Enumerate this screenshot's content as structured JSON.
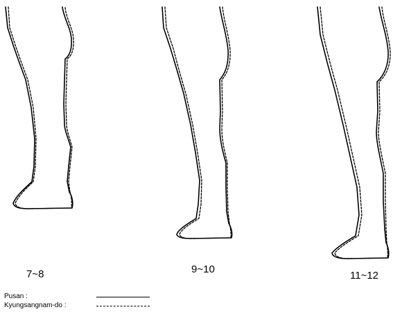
{
  "groups": [
    {
      "label": "7~8"
    },
    {
      "label": "9~10"
    },
    {
      "label": "11~12"
    }
  ],
  "legend": [
    {
      "label": "Pusan :",
      "line_style": "solid"
    },
    {
      "label": "Kyungsangnam-do :",
      "line_style": "dashed"
    }
  ],
  "colors": {
    "line": "#000000",
    "background": "#ffffff"
  }
}
